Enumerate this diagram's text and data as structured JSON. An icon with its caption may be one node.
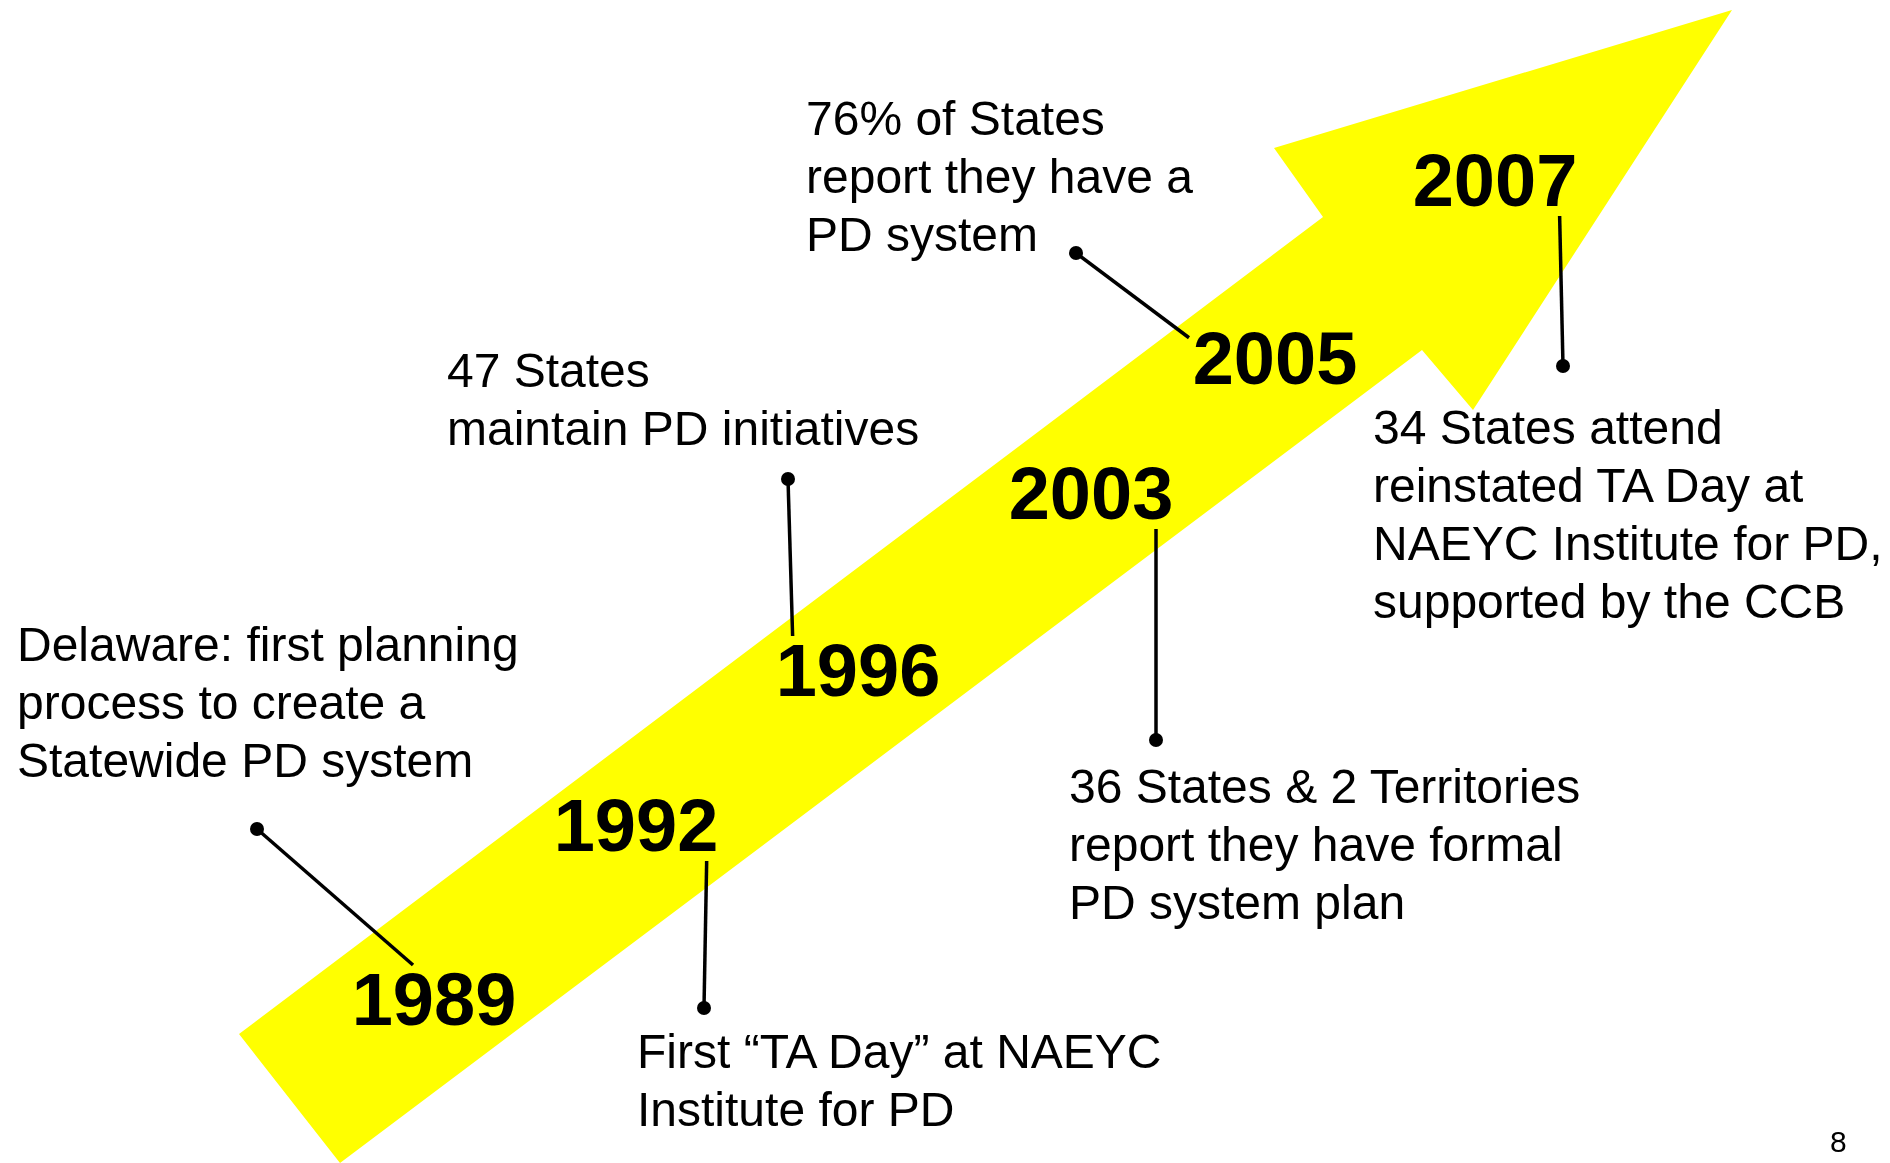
{
  "diagram": {
    "nodes": [
      {
        "text": [
          "1989"
        ]
      },
      {
        "text": [
          "1992"
        ]
      },
      {
        "text": [
          "1996"
        ]
      },
      {
        "text": [
          "2003"
        ]
      },
      {
        "text": [
          "2005"
        ]
      },
      {
        "text": [
          "2007"
        ]
      },
      {
        "text": [
          "Delaware: first planning process to create a Statewide PD system"
        ]
      },
      {
        "text": [
          "First “TA Day” at NAEYC Institute for PD"
        ]
      },
      {
        "text": [
          "47 States",
          "maintain PD initiatives"
        ]
      },
      {
        "text": [
          "36 States & 2 Territories report they have formal PD system plan"
        ]
      },
      {
        "text": [
          "76% of States report they have a PD system"
        ]
      },
      {
        "text": [
          "34 States attend reinstated TA Day at NAEYC Institute for PD, supported by the CCB"
        ]
      }
    ],
    "edges": [
      {
        "from": 6,
        "to": 0,
        "arrow": "other"
      },
      {
        "from": 7,
        "to": 1,
        "arrow": "other"
      },
      {
        "from": 8,
        "to": 2,
        "arrow": "other"
      },
      {
        "from": 9,
        "to": 3,
        "arrow": "other"
      },
      {
        "from": 10,
        "to": 4,
        "arrow": "other"
      },
      {
        "from": 11,
        "to": 5,
        "arrow": "other"
      },
      {
        "from": 0,
        "to": 5,
        "arrow": "to",
        "style": "thick",
        "color": "#ffff00"
      }
    ],
    "labels": [
      "8"
    ]
  }
}
